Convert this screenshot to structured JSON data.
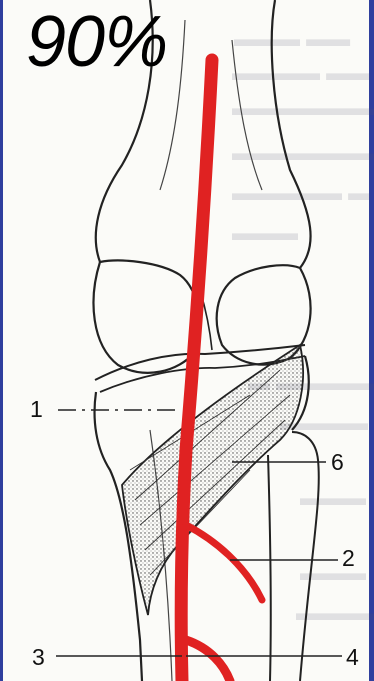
{
  "overlay": {
    "percent_label": "90%"
  },
  "labels": {
    "l1": "1",
    "l2": "2",
    "l3": "3",
    "l4": "4",
    "l6": "6"
  },
  "colors": {
    "artery": "#e02222",
    "frame": "#2f3f9e",
    "ink": "#111111"
  }
}
